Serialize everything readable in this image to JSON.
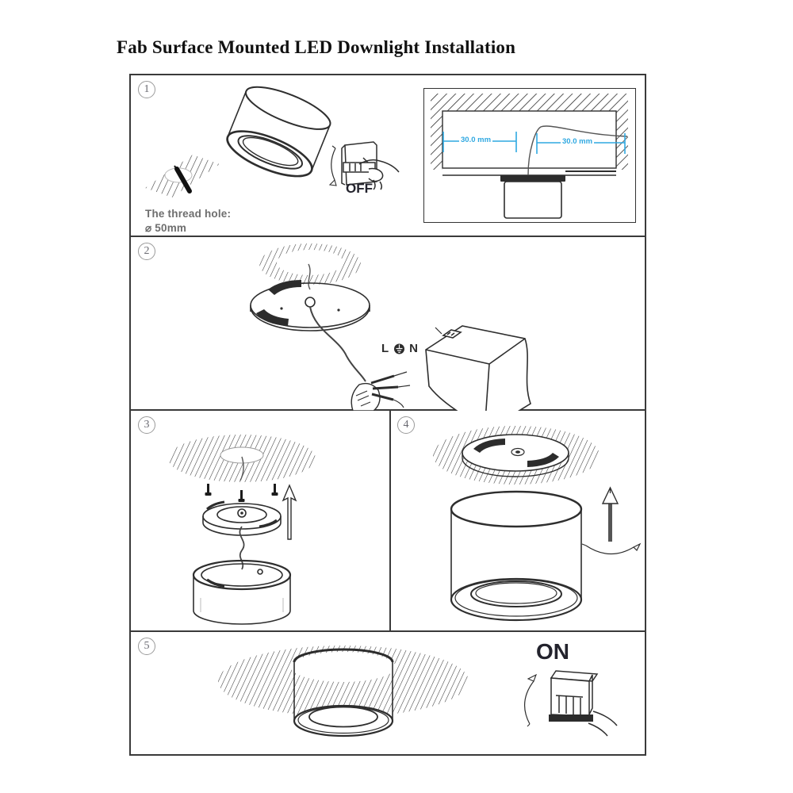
{
  "title": "Fab Surface Mounted LED Downlight Installation",
  "colors": {
    "line_dark": "#3a3a3a",
    "dimension_blue": "#2fa8e1",
    "note_gray": "#6e6e6e"
  },
  "steps": {
    "step1": {
      "number": "1",
      "note_line1": "The thread hole:",
      "note_line2": "⌀ 50mm",
      "switch_state": "OFF",
      "inset": {
        "dim_left": "30.0 mm",
        "dim_right": "30.0 mm"
      }
    },
    "step2": {
      "number": "2",
      "terminal_live": "L",
      "terminal_neutral": "N"
    },
    "step3": {
      "number": "3"
    },
    "step4": {
      "number": "4"
    },
    "step5": {
      "number": "5",
      "switch_state": "ON"
    }
  }
}
